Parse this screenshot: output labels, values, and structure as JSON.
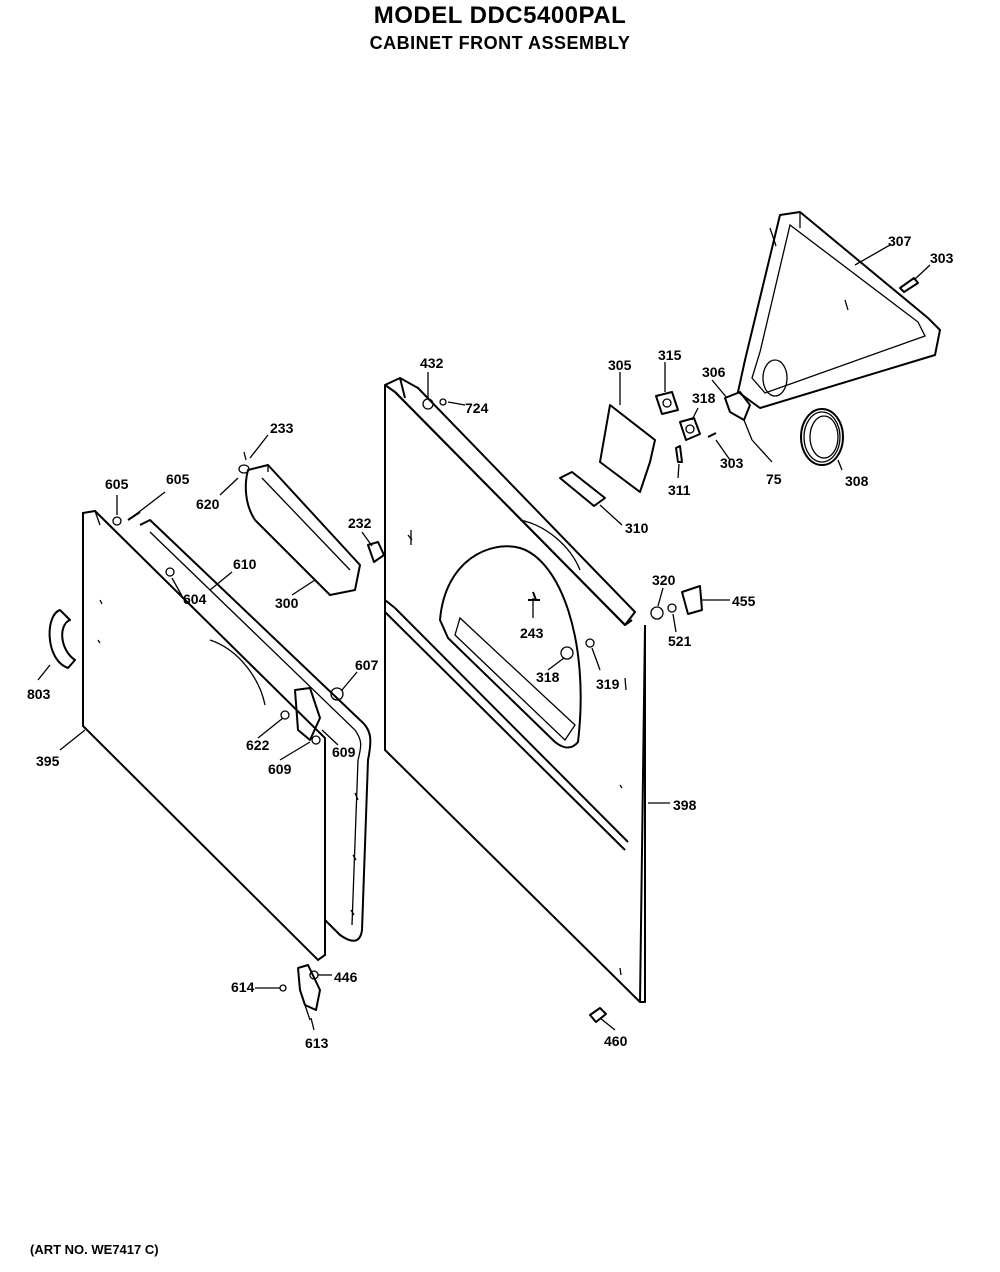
{
  "header": {
    "title": "MODEL DDC5400PAL",
    "subtitle": "CABINET FRONT ASSEMBLY"
  },
  "footer": {
    "art_no": "(ART NO. WE7417 C)"
  },
  "callouts": [
    {
      "id": "c-307",
      "label": "307"
    },
    {
      "id": "c-303",
      "label": "303"
    },
    {
      "id": "c-305",
      "label": "305"
    },
    {
      "id": "c-315",
      "label": "315"
    },
    {
      "id": "c-306",
      "label": "306"
    },
    {
      "id": "c-318a",
      "label": "318"
    },
    {
      "id": "c-308",
      "label": "308"
    },
    {
      "id": "c-432",
      "label": "432"
    },
    {
      "id": "c-724",
      "label": "724"
    },
    {
      "id": "c-303b",
      "label": "303"
    },
    {
      "id": "c-75",
      "label": "75"
    },
    {
      "id": "c-311",
      "label": "311"
    },
    {
      "id": "c-310",
      "label": "310"
    },
    {
      "id": "c-233",
      "label": "233"
    },
    {
      "id": "c-605a",
      "label": "605"
    },
    {
      "id": "c-605b",
      "label": "605"
    },
    {
      "id": "c-620",
      "label": "620"
    },
    {
      "id": "c-232",
      "label": "232"
    },
    {
      "id": "c-610",
      "label": "610"
    },
    {
      "id": "c-604",
      "label": "604"
    },
    {
      "id": "c-300",
      "label": "300"
    },
    {
      "id": "c-320",
      "label": "320"
    },
    {
      "id": "c-455",
      "label": "455"
    },
    {
      "id": "c-521",
      "label": "521"
    },
    {
      "id": "c-243",
      "label": "243"
    },
    {
      "id": "c-318b",
      "label": "318"
    },
    {
      "id": "c-319",
      "label": "319"
    },
    {
      "id": "c-803",
      "label": "803"
    },
    {
      "id": "c-607",
      "label": "607"
    },
    {
      "id": "c-622",
      "label": "622"
    },
    {
      "id": "c-609a",
      "label": "609"
    },
    {
      "id": "c-609b",
      "label": "609"
    },
    {
      "id": "c-395",
      "label": "395"
    },
    {
      "id": "c-398",
      "label": "398"
    },
    {
      "id": "c-614",
      "label": "614"
    },
    {
      "id": "c-446",
      "label": "446"
    },
    {
      "id": "c-613",
      "label": "613"
    },
    {
      "id": "c-460",
      "label": "460"
    }
  ]
}
